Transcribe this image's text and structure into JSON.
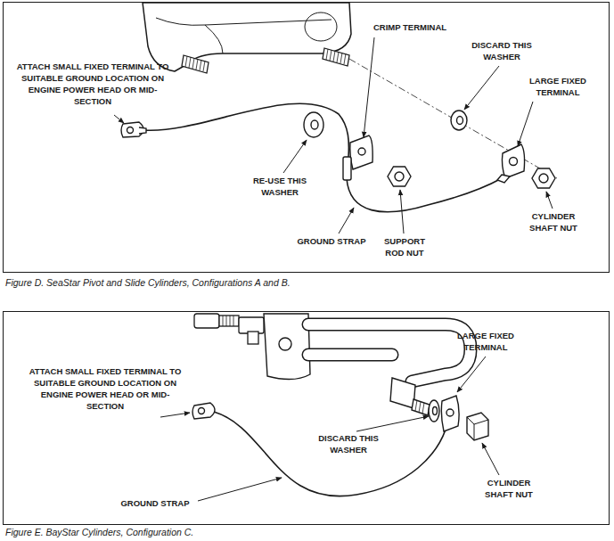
{
  "diagram": {
    "labels": [
      "ATTACH SMALL FIXED TERMINAL TO SUITABLE GROUND LOCATION ON ENGINE POWER HEAD OR MID-SECTION",
      "CRIMP TERMINAL",
      "DISCARD THIS WASHER",
      "LARGE FIXED TERMINAL",
      "RE-USE THIS WASHER",
      "GROUND STRAP",
      "SUPPORT ROD NUT",
      "CYLINDER SHAFT NUT",
      "Figure D. SeaStar Pivot and Slide Cylinders, Configurations A and B.",
      "ATTACH SMALL FIXED TERMINAL TO SUITABLE GROUND LOCATION ON ENGINE POWER HEAD OR MID-SECTION",
      "LARGE FIXED TERMINAL",
      "DISCARD THIS WASHER",
      "GROUND STRAP",
      "CYLINDER SHAFT NUT",
      "Figure E. BayStar Cylinders, Configuration C."
    ]
  }
}
